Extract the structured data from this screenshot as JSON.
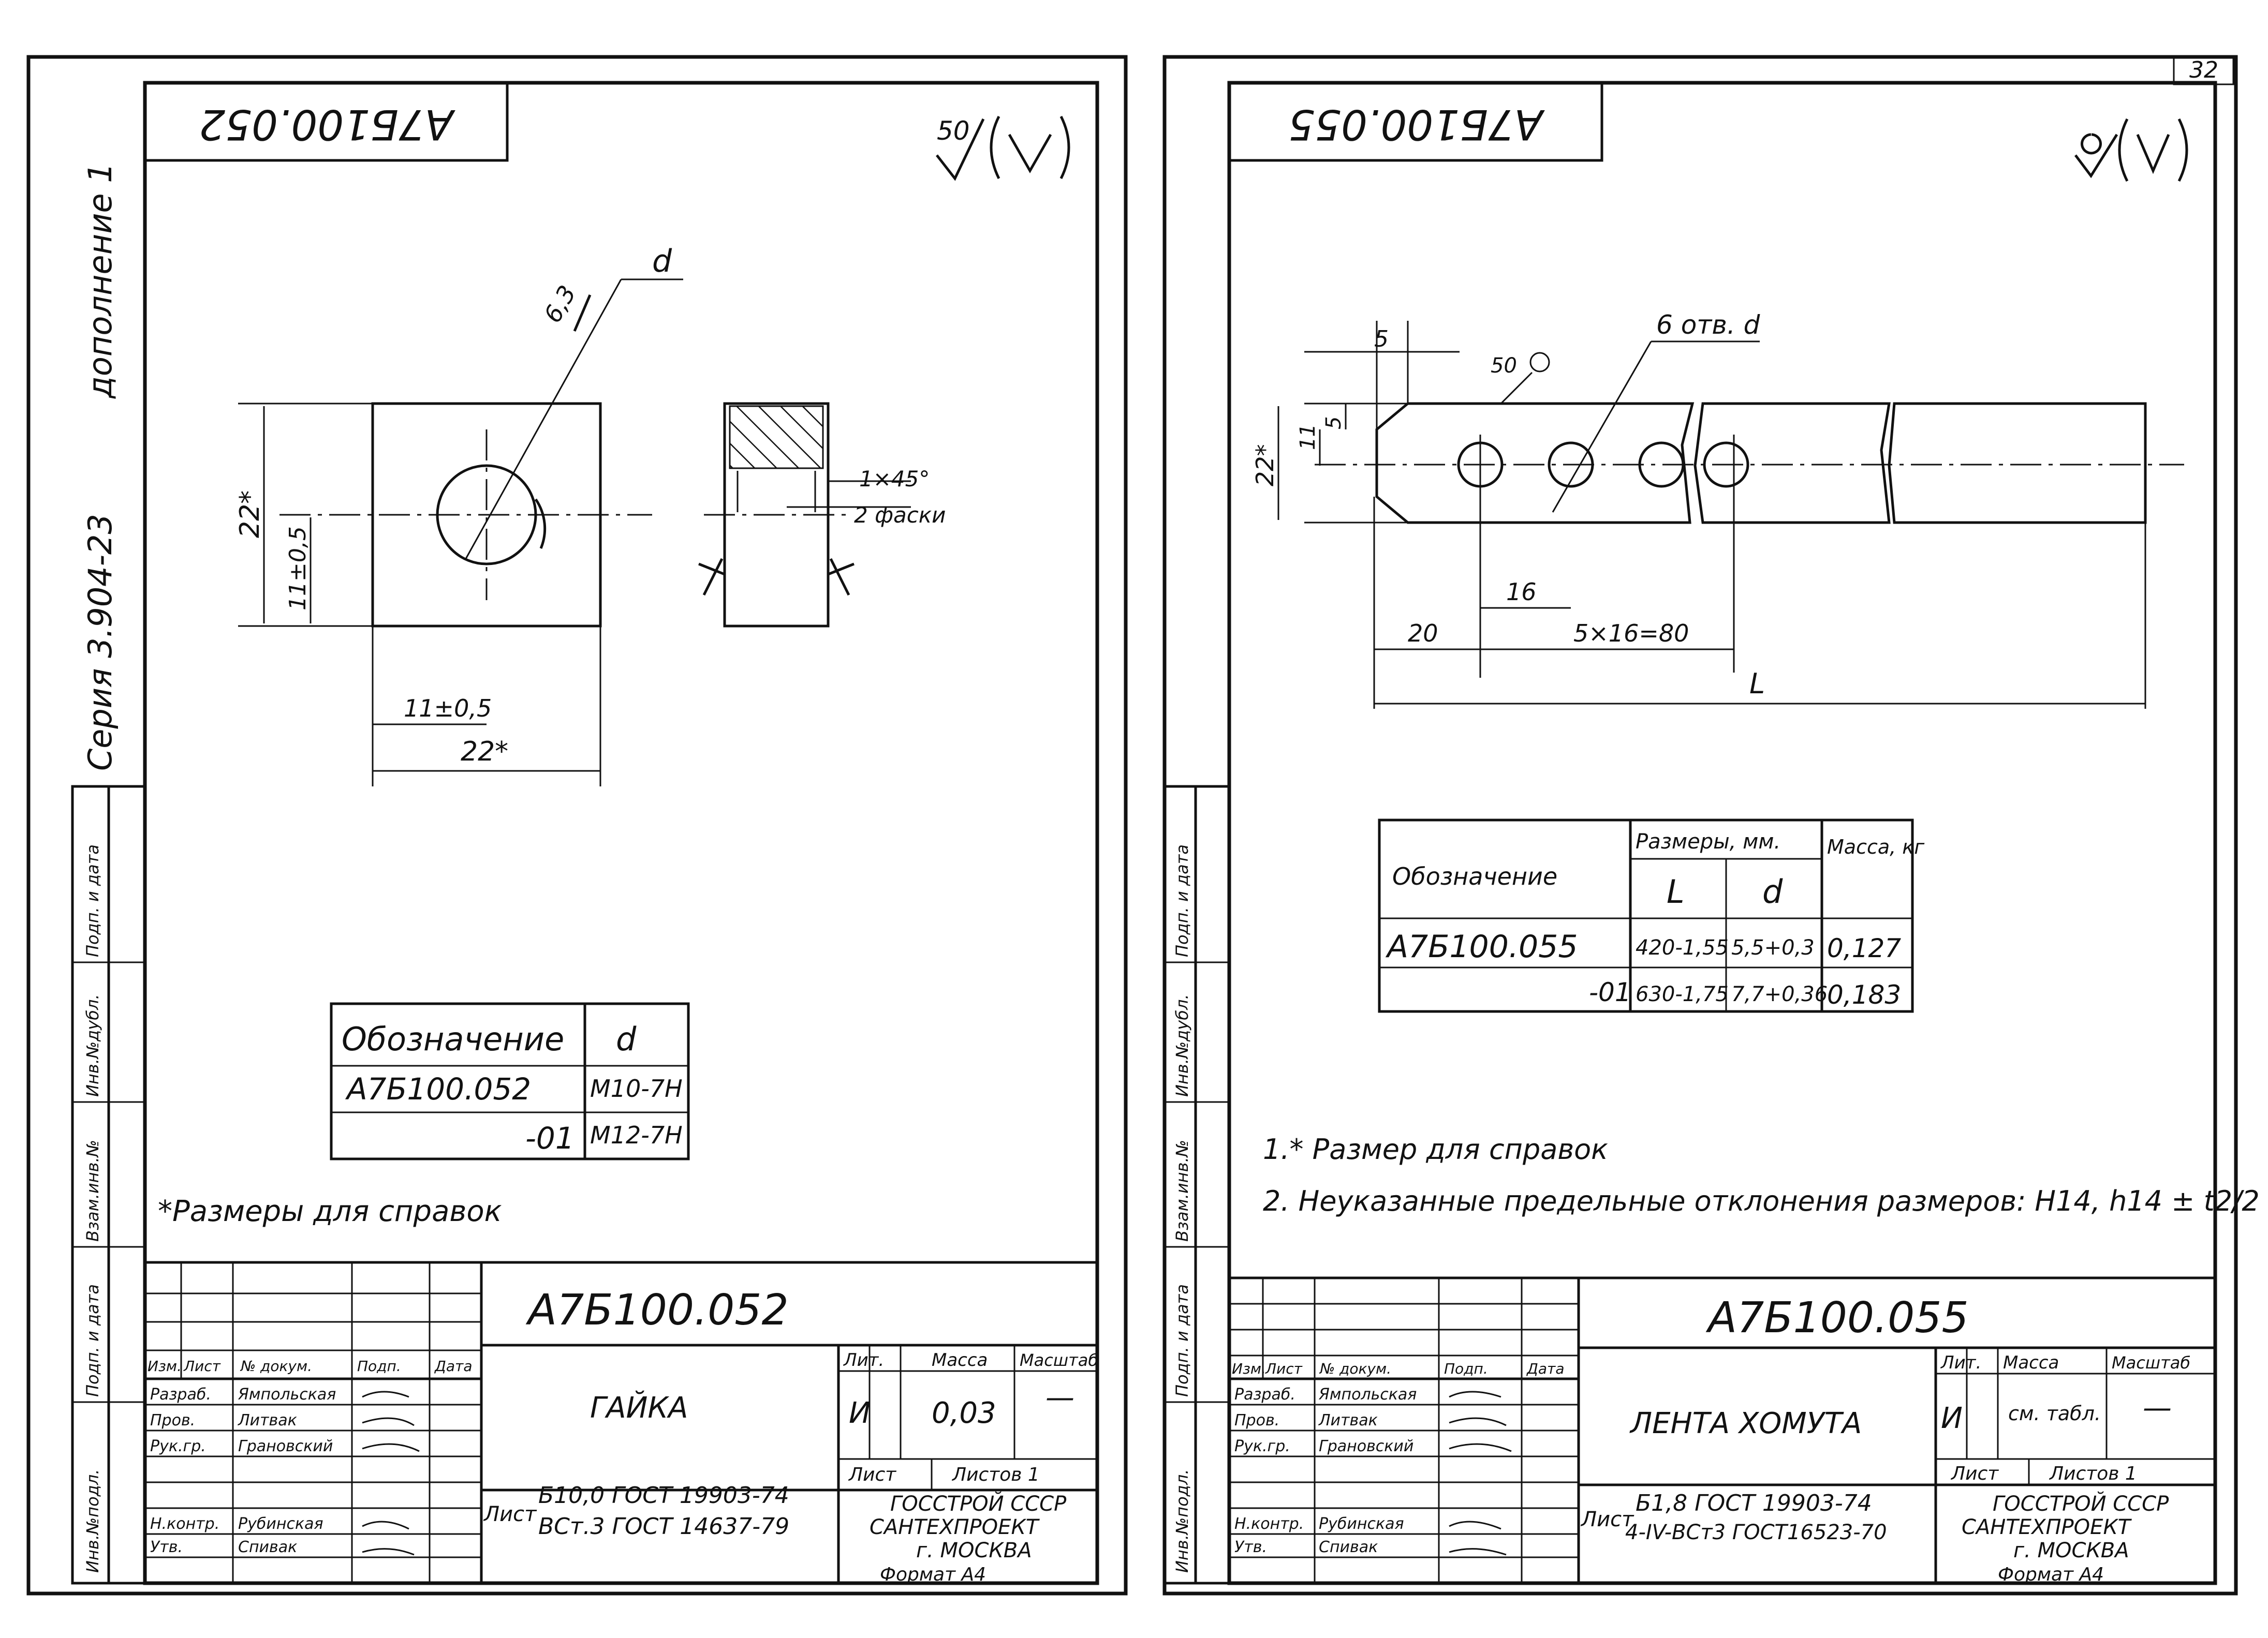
{
  "page_number": "32",
  "series_vertical": "Серия 3.904-23",
  "supplement_vertical": "дополнение 1",
  "side_stamp": [
    "Взам.инв.№",
    "Инв.№дубл.",
    "Подп. и дата",
    "Инв.№подл.",
    "Подп. и дата"
  ],
  "left": {
    "top_code": "А7Б100.052",
    "roughness_value": "50",
    "dim_d": "d",
    "dim_63": "6,3",
    "dim_22_vertical": "22*",
    "dim_11_vertical": "11±0,5",
    "dim_11_horizontal": "11±0,5",
    "dim_22_horizontal": "22*",
    "chamfer_1": "1×45°",
    "chamfer_2": "2 фаски",
    "table_headers": [
      "Обозначение",
      "d"
    ],
    "table_rows": [
      [
        "А7Б100.052",
        "М10-7Н"
      ],
      [
        "-01",
        "М12-7Н"
      ]
    ],
    "note": "*Размеры для справок",
    "title_code": "А7Б100.052",
    "part_name": "ГАЙКА",
    "material_line1": "Б10,0 ГОСТ 19903-74",
    "material_line2": "ВСт.3 ГОСТ 14637-79",
    "lit": "И",
    "mass": "0,03",
    "scale": "—",
    "org": [
      "ГОССТРОЙ СССР",
      "САНТЕХПРОЕКТ",
      "г. МОСКВА"
    ],
    "format": "Формат А4",
    "roles": [
      "Разраб.",
      "Пров.",
      "Рук.гр.",
      "Н.контр.",
      "Утв."
    ],
    "names": [
      "Ямпольская",
      "Литвак",
      "Грановский",
      "Рубинская",
      "Спивак"
    ]
  },
  "right": {
    "top_code": "А7Б100.055",
    "holes_label": "6 отв. d",
    "roughness": "50",
    "dim_5_top": "5",
    "dim_5_left": "5",
    "dim_11": "11",
    "dim_22": "22*",
    "dim_16": "16",
    "dim_20": "20",
    "dim_5x16": "5×16=80",
    "dim_L": "L",
    "table": {
      "header_designation": "Обозначение",
      "header_sizes": "Размеры, мм.",
      "header_mass": "Масса, кг",
      "sub_L": "L",
      "sub_d": "d",
      "rows": [
        [
          "А7Б100.055",
          "420-1,55",
          "5,5+0,3",
          "0,127"
        ],
        [
          "-01",
          "630-1,75",
          "7,7+0,36",
          "0,183"
        ]
      ]
    },
    "notes": [
      "1.* Размер для справок",
      "2. Неуказанные предельные отклонения размеров: Н14, h14 ± t2/2"
    ],
    "title_code": "А7Б100.055",
    "part_name": "ЛЕНТА ХОМУТА",
    "material_line1": "Б1,8 ГОСТ 19903-74",
    "material_line2": "4-IV-ВСт3 ГОСТ16523-70",
    "lit": "И",
    "mass": "см. табл.",
    "scale": "—",
    "org": [
      "ГОССТРОЙ СССР",
      "САНТЕХПРОЕКТ",
      "г. МОСКВА"
    ],
    "format": "Формат А4",
    "roles": [
      "Разраб.",
      "Пров.",
      "Рук.гр.",
      "Н.контр.",
      "Утв."
    ],
    "names": [
      "Ямпольская",
      "Литвак",
      "Грановский",
      "Рубинская",
      "Спивак"
    ]
  },
  "title_block_headers": [
    "Изм.",
    "Лист",
    "№ докум.",
    "Подп.",
    "Дата"
  ],
  "lit_header": "Лит.",
  "mass_header": "Масса",
  "scale_header": "Масштаб",
  "sheet_label": "Лист",
  "sheets_label": "Листов 1",
  "list_label": "Лист"
}
